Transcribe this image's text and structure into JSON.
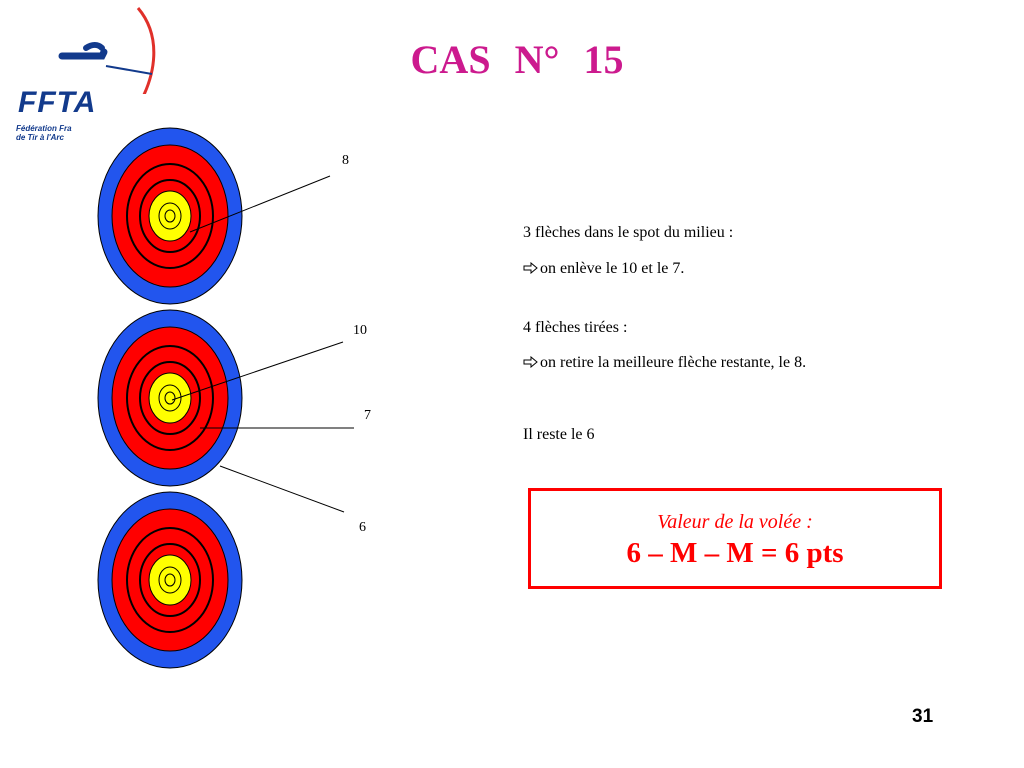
{
  "logo": {
    "wordmark": "FFTA",
    "subtitle_line1": "Fédération Fra",
    "subtitle_line2": "de Tir à l'Arc"
  },
  "title": "CAS N° 15",
  "targets": [
    {
      "labels": [
        "8"
      ]
    },
    {
      "labels": [
        "10",
        "7",
        "6"
      ]
    },
    {
      "labels": []
    }
  ],
  "notes": [
    "3 flèches dans le spot du milieu :",
    "on enlève le 10 et le 7.",
    "4 flèches tirées :",
    "on retire la meilleure flèche restante, le 8.",
    "Il reste le 6"
  ],
  "result": {
    "label": "Valeur de la volée :",
    "value": "6 – M – M = 6 pts"
  },
  "page_number": "31",
  "colors": {
    "title": "#cc1a8e",
    "ring_blue": "#2255ee",
    "ring_red": "#ff0000",
    "ring_yellow": "#ffff00",
    "box_border": "#ff0000",
    "logo_blue": "#123a8c",
    "logo_red": "#e0302a"
  }
}
